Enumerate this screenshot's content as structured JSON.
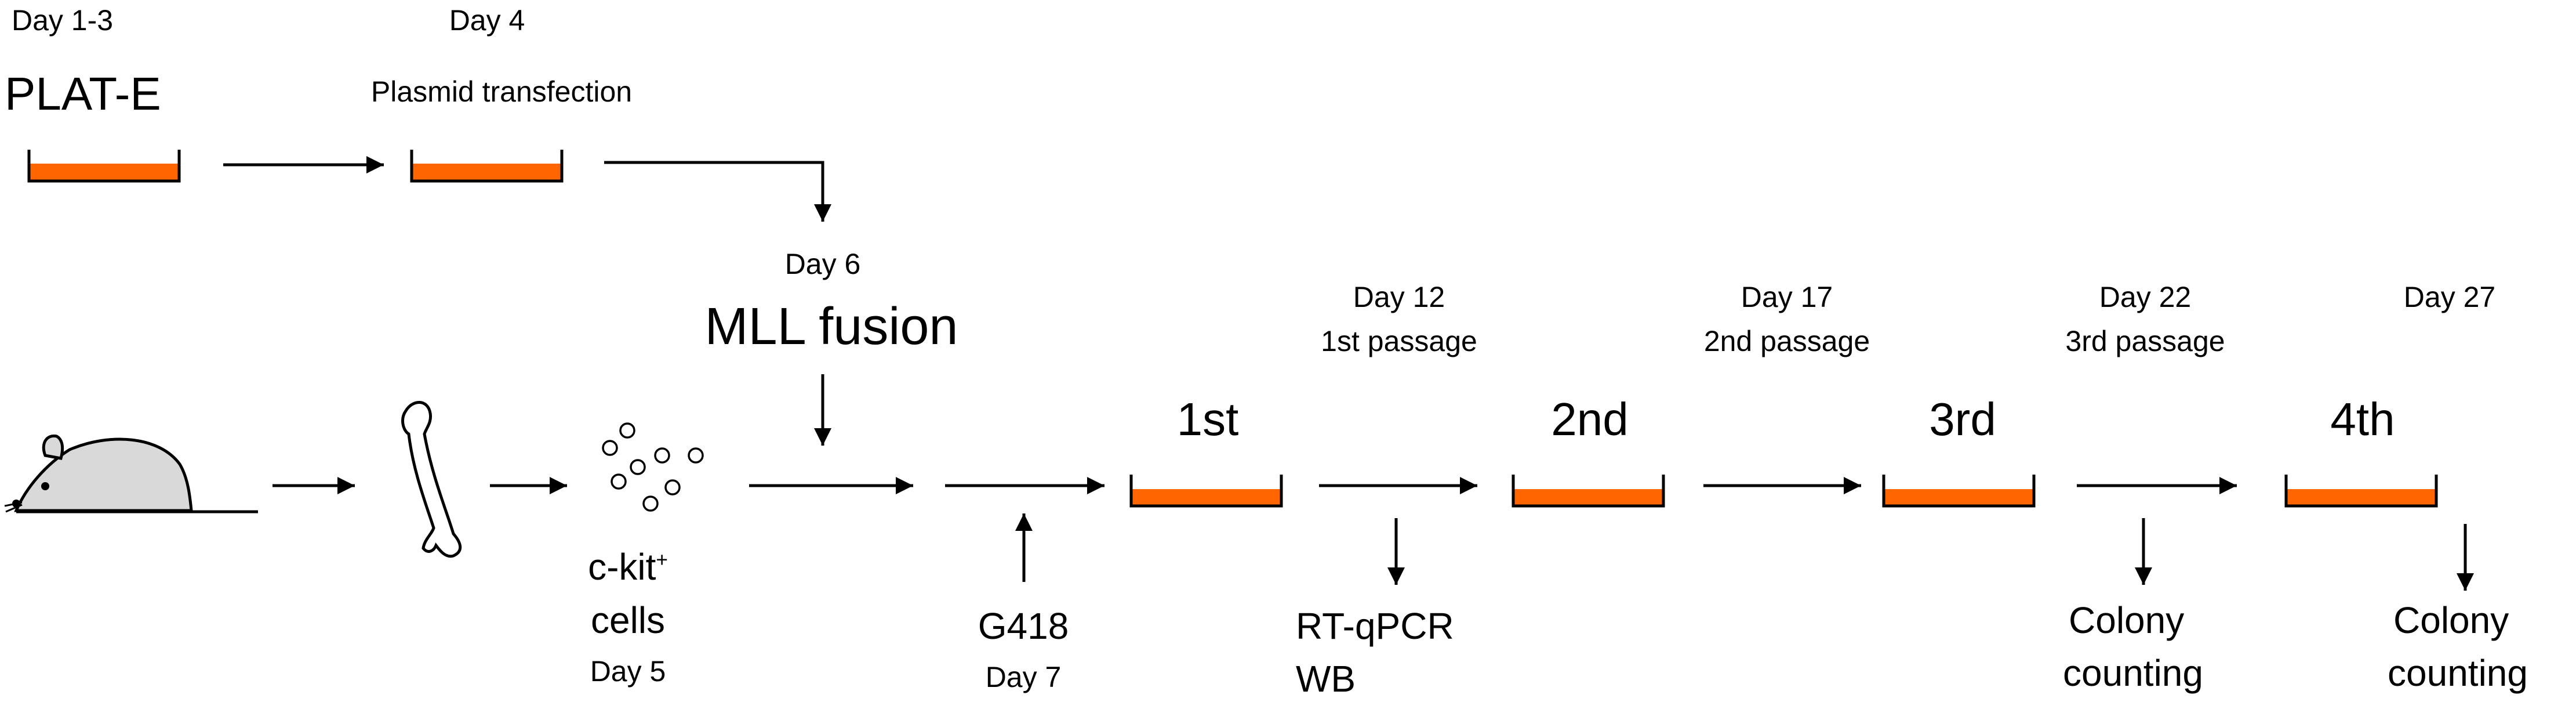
{
  "colors": {
    "medium": "#ff6600",
    "stroke": "#000000",
    "mouse_fill": "#d9d9d9",
    "background": "#ffffff"
  },
  "icons": {
    "dish": "culture-dish-icon",
    "mouse": "mouse-icon",
    "bone": "femur-bone-icon",
    "cells": "cells-icon",
    "arrow": "arrow-icon"
  },
  "top_row": {
    "day_1_3": "Day 1-3",
    "plat_e": "PLAT-E",
    "day_4": "Day 4",
    "transfection": "Plasmid transfection"
  },
  "fusion": {
    "day_6": "Day 6",
    "label": "MLL fusion"
  },
  "cells": {
    "ckit": "c-kit",
    "ckit_sup": "+",
    "line2": "cells",
    "day": "Day 5"
  },
  "selection": {
    "drug": "G418",
    "day": "Day 7"
  },
  "plates": {
    "first": "1st",
    "second": "2nd",
    "third": "3rd",
    "fourth": "4th"
  },
  "passages": {
    "p1_day": "Day 12",
    "p1_label": "1st passage",
    "p2_day": "Day 17",
    "p2_label": "2nd passage",
    "p3_day": "Day 22",
    "p3_label": "3rd passage",
    "p4_day": "Day 27"
  },
  "readouts": {
    "rtqpcr": "RT-qPCR",
    "wb": "WB",
    "colony1_line1": "Colony",
    "colony1_line2": "counting",
    "colony2_line1": "Colony",
    "colony2_line2": "counting"
  }
}
